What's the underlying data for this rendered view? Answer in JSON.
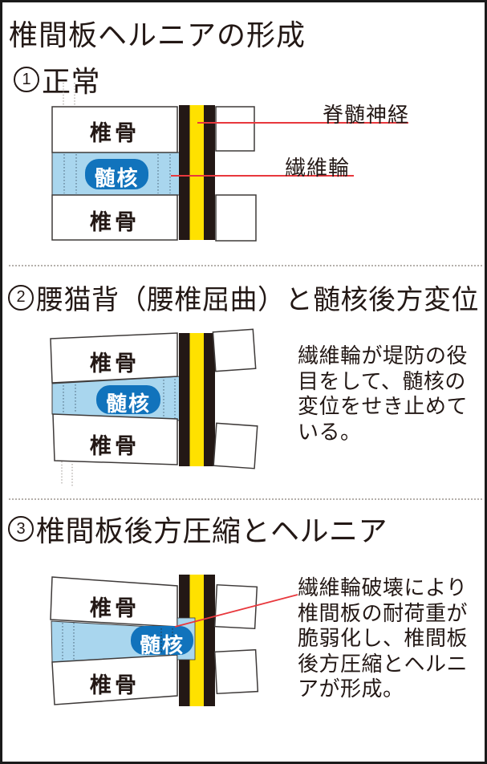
{
  "title": "椎間板ヘルニアの形成",
  "palette": {
    "ink": "#231815",
    "outline": "#3e3a39",
    "disc_blue": "#a9d6ee",
    "nucleus_blue": "#1173bc",
    "nerve_yellow": "#ffe100",
    "cord_black": "#231815",
    "leader_red": "#e8383d"
  },
  "sections": [
    {
      "number": "1",
      "heading": "正常",
      "diagram": {
        "vertebra_top_label": "椎骨",
        "vertebra_bottom_label": "椎骨",
        "nucleus_label": "髄核"
      },
      "annotations": {
        "spinal_nerve": "脊髄神経",
        "annulus": "繊維輪"
      }
    },
    {
      "number": "2",
      "heading": "腰猫背（腰椎屈曲）と髄核後方変位",
      "diagram": {
        "vertebra_top_label": "椎骨",
        "vertebra_bottom_label": "椎骨",
        "nucleus_label": "髄核"
      },
      "caption_lines": [
        "繊維輪が堤防の役",
        "目をして、髄核の",
        "変位をせき止めて",
        "いる。"
      ]
    },
    {
      "number": "3",
      "heading": "椎間板後方圧縮とヘルニア",
      "diagram": {
        "vertebra_top_label": "椎骨",
        "vertebra_bottom_label": "椎骨",
        "nucleus_label": "髄核"
      },
      "caption_lines": [
        "繊維輪破壊により",
        "椎間板の耐荷重が",
        "脆弱化し、椎間板",
        "後方圧縮とヘルニ",
        "アが形成。"
      ]
    }
  ]
}
